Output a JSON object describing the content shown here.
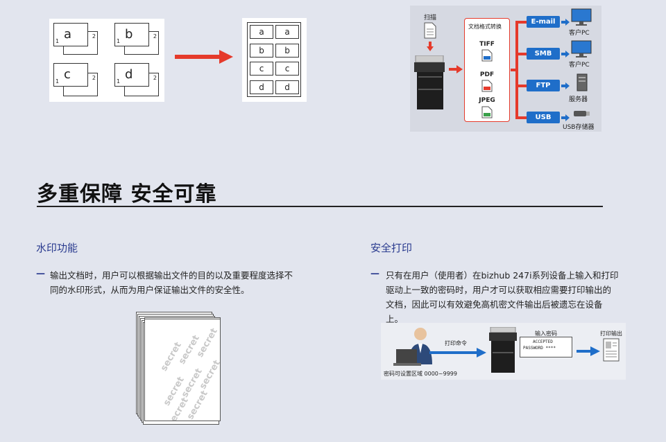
{
  "combine": {
    "letters": [
      "a",
      "b",
      "c",
      "d"
    ],
    "page_num_1": "1",
    "page_num_2": "2"
  },
  "workflow": {
    "scan_label": "扫描",
    "convert_label": "文档格式转换",
    "formats": [
      "TIFF",
      "PDF",
      "JPEG"
    ],
    "destinations": [
      {
        "label": "E-mail",
        "target": "客户PC"
      },
      {
        "label": "SMB",
        "target": "客户PC"
      },
      {
        "label": "FTP",
        "target": "服务器"
      },
      {
        "label": "USB",
        "target": "USB存储器"
      }
    ]
  },
  "main_title": "多重保障 安全可靠",
  "watermark": {
    "title": "水印功能",
    "bullet": "—",
    "text_line1": "输出文档时，用户可以根据输出文件的目的以及重要程度选择不",
    "text_line2": "同的水印形式，从而为用户保证输出文件的安全性。",
    "mark_word": "secret"
  },
  "secure_print": {
    "title": "安全打印",
    "bullet": "—",
    "text_line1": "只有在用户（使用者）在bizhub 247i系列设备上输入和打印",
    "text_line2": "驱动上一致的密码时，用户才可以获取相应需要打印输出的",
    "text_line3": "文档，因此可以有效避免高机密文件输出后被遗忘在设备",
    "text_line4": "上。",
    "print_cmd": "打印命令",
    "input_pw": "输入密码",
    "accepted": "ACCEPTED",
    "password": "PASSWORD ****",
    "print_out": "打印输出",
    "pw_area": "密码可设置区域 0000~9999"
  },
  "colors": {
    "accent_red": "#e53a2b",
    "accent_blue": "#1f6ec9",
    "title_blue": "#2a3b8f"
  }
}
